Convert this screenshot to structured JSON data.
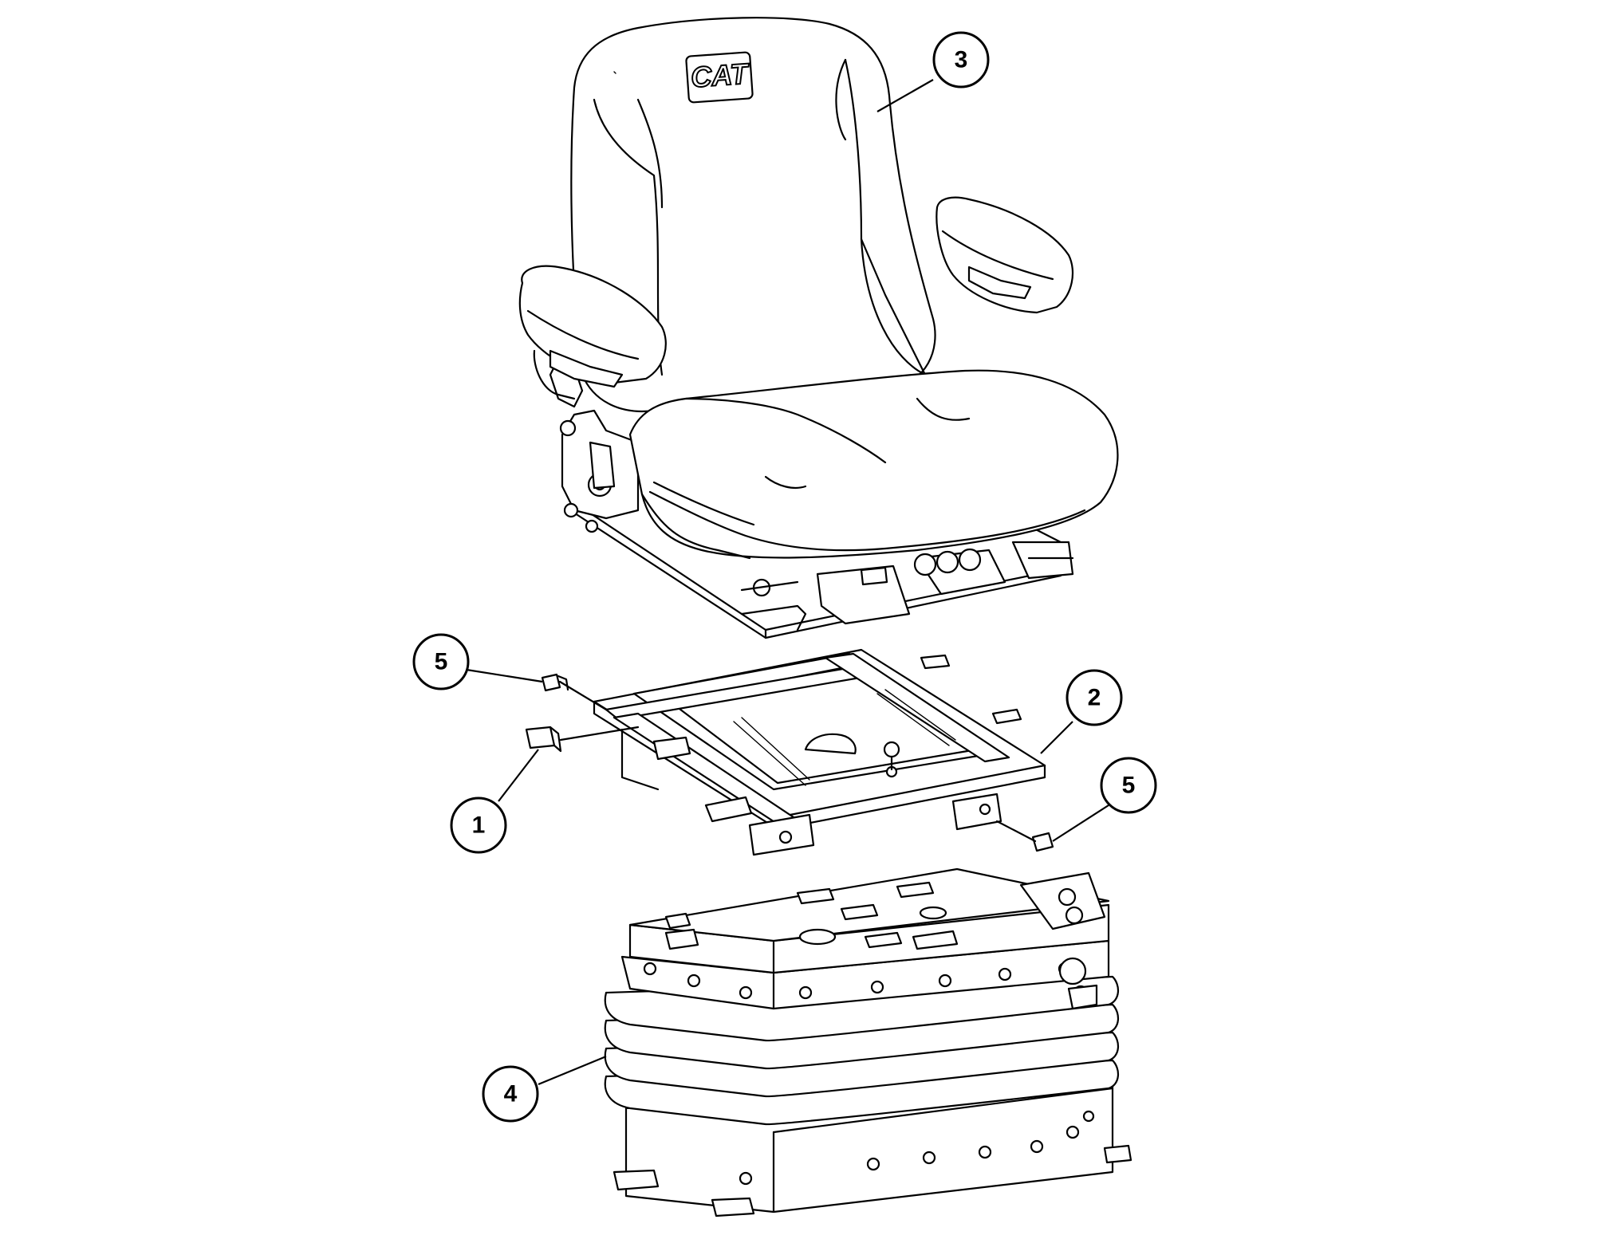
{
  "logo": {
    "text": "CAT"
  },
  "callouts": [
    {
      "id": "1",
      "label": "1"
    },
    {
      "id": "2",
      "label": "2"
    },
    {
      "id": "3",
      "label": "3"
    },
    {
      "id": "4",
      "label": "4"
    },
    {
      "id": "5a",
      "label": "5"
    },
    {
      "id": "5b",
      "label": "5"
    }
  ]
}
